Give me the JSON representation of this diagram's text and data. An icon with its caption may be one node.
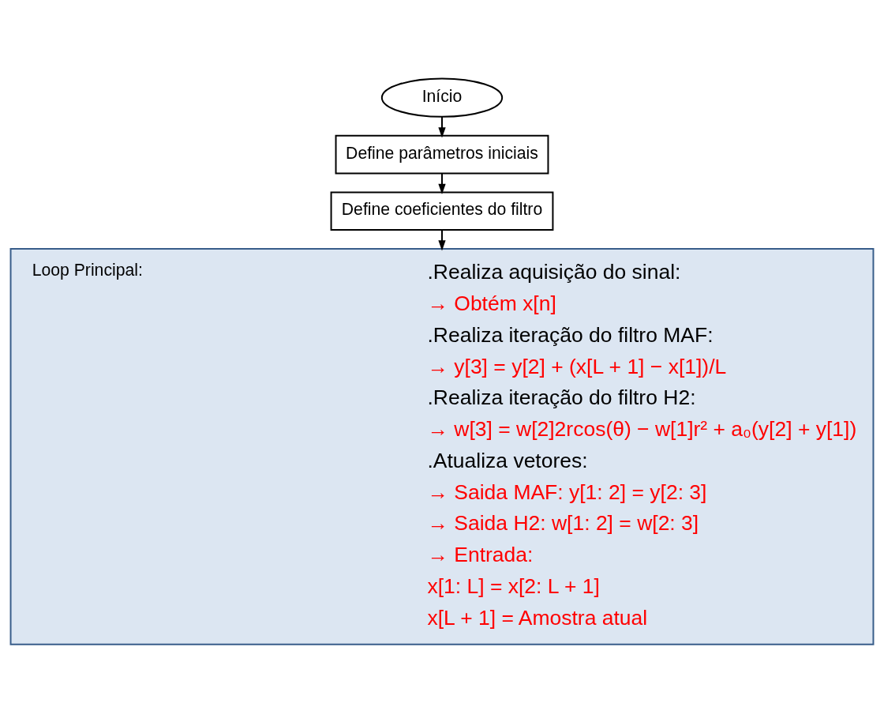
{
  "diagram": {
    "nodes": [
      {
        "text": [
          "Início"
        ]
      },
      {
        "text": [
          "Define parâmetros iniciais"
        ]
      },
      {
        "text": [
          "Define coeficientes do filtro"
        ]
      },
      {
        "text": [
          "Loop Principal:",
          ".Realiza aquisição do sinal:",
          "→ Obtém x[n]",
          ".Realiza iteração do filtro MAF:",
          "→ y[3] = y[2] + (x[L + 1] − x[1])/L",
          ".Realiza iteração do filtro H2:",
          "→ w[3] = w[2]2rcos(θ) − w[1]r² + a₀(y[2] + y[1])",
          ".Atualiza vetores:",
          "→ Saida MAF: y[1: 2] = y[2: 3]",
          "→ Saida H2: w[1: 2] = w[2: 3]",
          "→ Entrada:",
          "x[1: L] = x[2: L + 1]",
          "x[L + 1] = Amostra atual"
        ]
      }
    ],
    "edges": [
      {
        "from": 0,
        "to": 1,
        "arrow": "to"
      },
      {
        "from": 1,
        "to": 2,
        "arrow": "to"
      },
      {
        "from": 2,
        "to": 3,
        "arrow": "to"
      }
    ]
  }
}
